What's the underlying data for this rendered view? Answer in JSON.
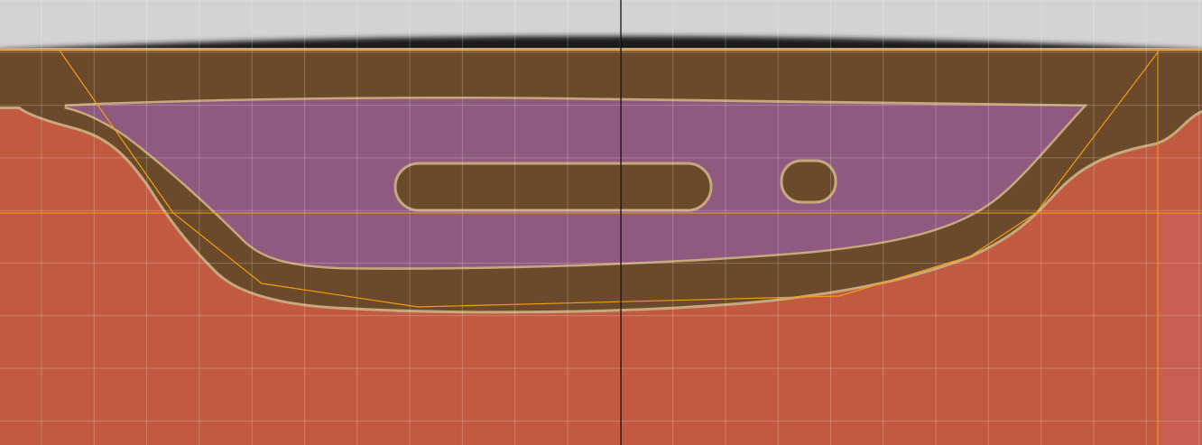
{
  "canvas": {
    "colors": {
      "background": "#d3d3d3",
      "terrain": "#c25a41",
      "terrain_edge_strip": "#c75e50",
      "crust": "#6a4a2a",
      "crust_highlight": "#c8a77c",
      "cavity": "#8e5a80",
      "cut_shadow": "#1a1a1a",
      "grid_line": "#ffffff",
      "guide_line": "#f29d12",
      "cursor_line": "#000000"
    },
    "elements": {
      "terrain": "terrain-region",
      "crust": "crust-layer",
      "cavity": "cavity-pocket",
      "long_tunnel": "tunnel-oblong",
      "small_hole": "tunnel-round",
      "guide_path": "selection-polyline",
      "vertical_guide": "vertical-guide-line",
      "horizontal_guide": "horizontal-guide-line",
      "cursor": "cursor-vertical-line",
      "grid": "editor-grid"
    }
  }
}
